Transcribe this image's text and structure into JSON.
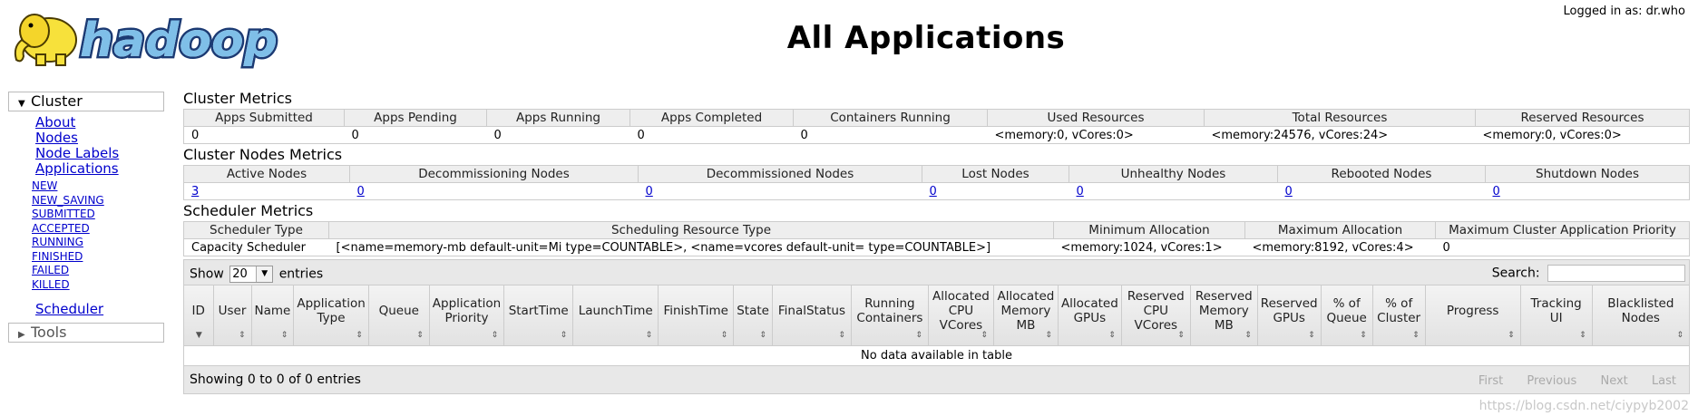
{
  "header": {
    "logo_text": "hadoop",
    "title": "All Applications",
    "logged_in": "Logged in as: dr.who"
  },
  "nav": {
    "cluster_label": "Cluster",
    "cluster_items": [
      "About",
      "Nodes",
      "Node Labels",
      "Applications"
    ],
    "app_states": [
      "NEW",
      "NEW_SAVING",
      "SUBMITTED",
      "ACCEPTED",
      "RUNNING",
      "FINISHED",
      "FAILED",
      "KILLED"
    ],
    "scheduler_label": "Scheduler",
    "tools_label": "Tools"
  },
  "cluster_metrics": {
    "title": "Cluster Metrics",
    "headers": [
      "Apps Submitted",
      "Apps Pending",
      "Apps Running",
      "Apps Completed",
      "Containers Running",
      "Used Resources",
      "Total Resources",
      "Reserved Resources"
    ],
    "values": [
      "0",
      "0",
      "0",
      "0",
      "0",
      "<memory:0, vCores:0>",
      "<memory:24576, vCores:24>",
      "<memory:0, vCores:0>"
    ]
  },
  "nodes_metrics": {
    "title": "Cluster Nodes Metrics",
    "headers": [
      "Active Nodes",
      "Decommissioning Nodes",
      "Decommissioned Nodes",
      "Lost Nodes",
      "Unhealthy Nodes",
      "Rebooted Nodes",
      "Shutdown Nodes"
    ],
    "values": [
      "3",
      "0",
      "0",
      "0",
      "0",
      "0",
      "0"
    ]
  },
  "scheduler_metrics": {
    "title": "Scheduler Metrics",
    "headers": [
      "Scheduler Type",
      "Scheduling Resource Type",
      "Minimum Allocation",
      "Maximum Allocation",
      "Maximum Cluster Application Priority"
    ],
    "values": [
      "Capacity Scheduler",
      "[<name=memory-mb default-unit=Mi type=COUNTABLE>, <name=vcores default-unit= type=COUNTABLE>]",
      "<memory:1024, vCores:1>",
      "<memory:8192, vCores:4>",
      "0"
    ]
  },
  "apps_table": {
    "show_label": "Show",
    "entries_label": "entries",
    "page_length": "20",
    "search_label": "Search:",
    "search_value": "",
    "columns": [
      "ID",
      "User",
      "Name",
      "Application Type",
      "Queue",
      "Application Priority",
      "StartTime",
      "LaunchTime",
      "FinishTime",
      "State",
      "FinalStatus",
      "Running Containers",
      "Allocated CPU VCores",
      "Allocated Memory MB",
      "Allocated GPUs",
      "Reserved CPU VCores",
      "Reserved Memory MB",
      "Reserved GPUs",
      "% of Queue",
      "% of Cluster",
      "Progress",
      "Tracking UI",
      "Blacklisted Nodes"
    ],
    "empty_message": "No data available in table",
    "info": "Showing 0 to 0 of 0 entries",
    "pagination": [
      "First",
      "Previous",
      "Next",
      "Last"
    ]
  },
  "watermark": "https://blog.csdn.net/ciypyb2002",
  "colors": {
    "link": "#0000cc",
    "header_bg": "#eeeeee",
    "border": "#cccccc"
  }
}
